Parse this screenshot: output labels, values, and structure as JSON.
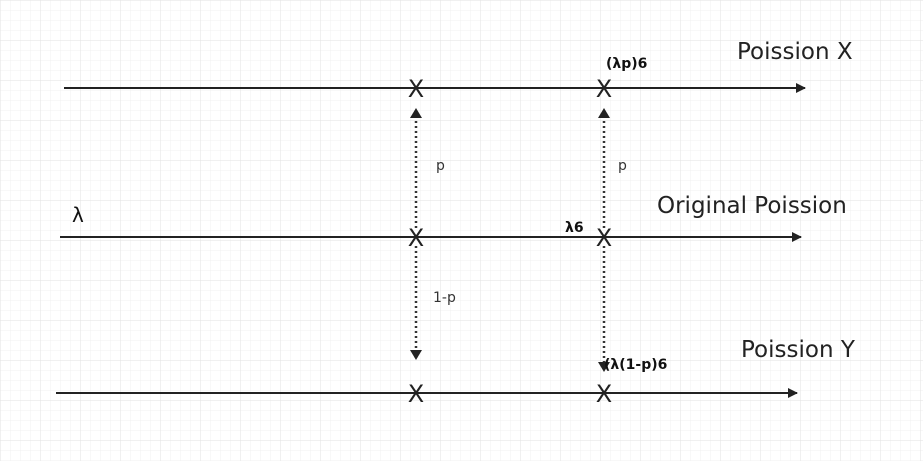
{
  "colors": {
    "background": "#ffffff",
    "grid": "#e6e6e6",
    "line": "#222222",
    "dotted": "#333333"
  },
  "lines": {
    "poission_x": "Poission X",
    "original": "Original Poission",
    "poission_y": "Poission Y"
  },
  "labels": {
    "lambda": "λ",
    "lambda_p_6": "(λp)6",
    "lambda_6": "λ6",
    "lambda_1mp_6": "(λ(1-p)6",
    "p_left": "p",
    "p_right": "p",
    "one_minus_p": "1-p"
  },
  "marks": {
    "event": "X"
  }
}
